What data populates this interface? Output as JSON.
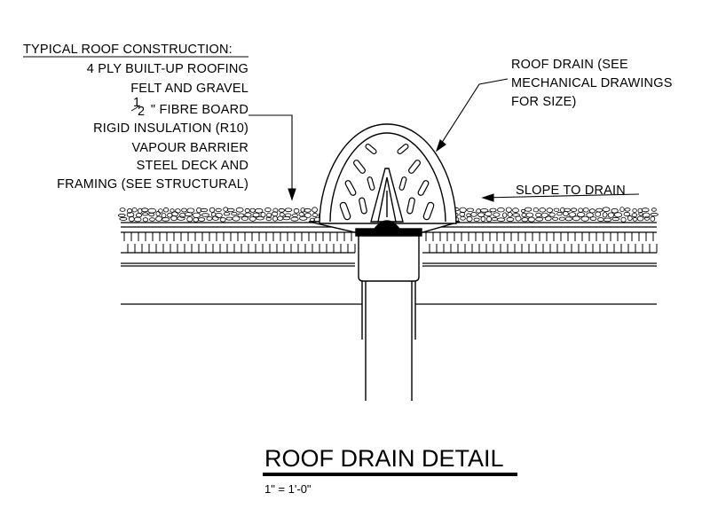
{
  "construction_notes": {
    "header": "TYPICAL ROOF CONSTRUCTION:",
    "lines": [
      "4 PLY BUILT-UP ROOFING",
      "FELT AND GRAVEL",
      "\" FIBRE BOARD",
      "RIGID INSULATION (R10)",
      "VAPOUR BARRIER",
      "STEEL DECK AND",
      "FRAMING (SEE STRUCTURAL)"
    ],
    "fraction_numerator": "1",
    "fraction_denominator": "2"
  },
  "drain_note": {
    "lines": [
      "ROOF DRAIN (SEE",
      "MECHANICAL DRAWINGS",
      "FOR SIZE)"
    ]
  },
  "slope_note": "SLOPE TO DRAIN",
  "title": "ROOF DRAIN DETAIL",
  "scale": "1\" = 1'-0\""
}
